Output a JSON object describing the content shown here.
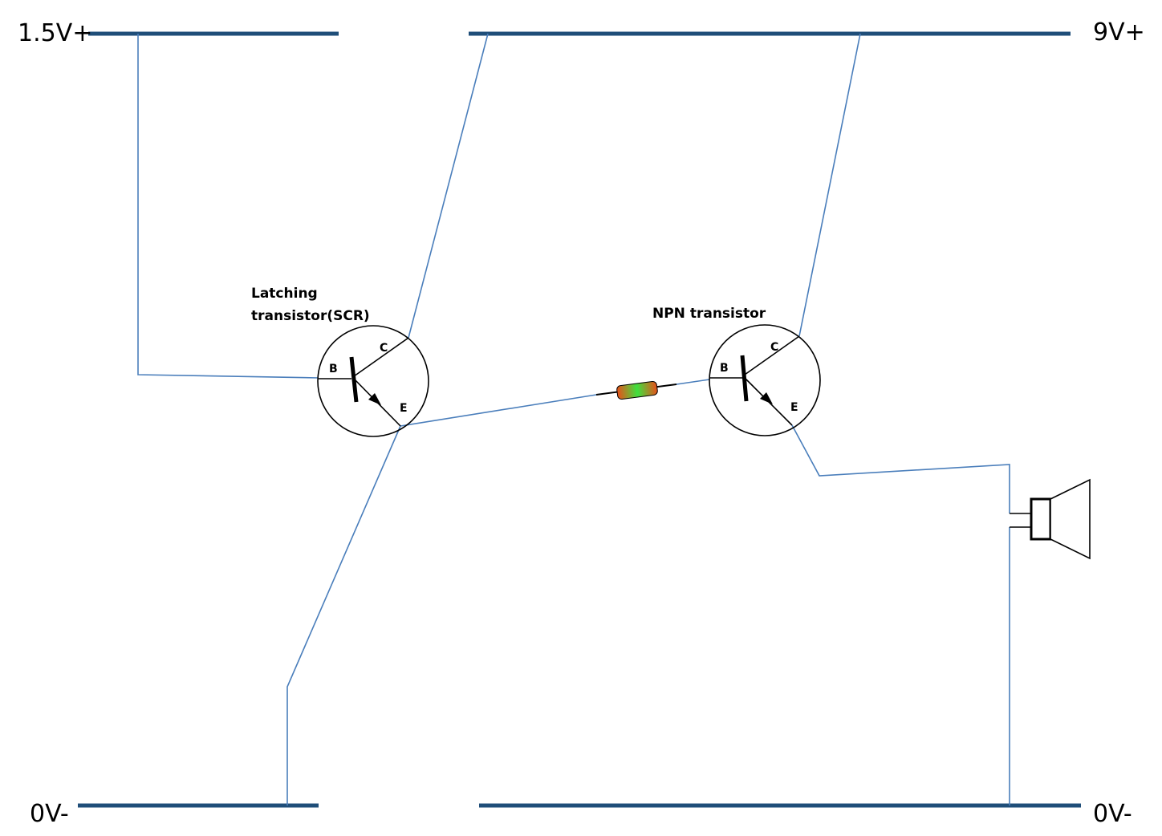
{
  "rails": {
    "v15_plus": "1.5V+",
    "v9_plus": "9V+",
    "v0_left": "0V-",
    "v0_right": "0V-"
  },
  "components": {
    "scr": {
      "label_line1": "Latching",
      "label_line2": "transistor(SCR)",
      "pins": {
        "base": "B",
        "collector": "C",
        "emitter": "E"
      }
    },
    "npn": {
      "label": "NPN transistor",
      "pins": {
        "base": "B",
        "collector": "C",
        "emitter": "E"
      }
    }
  },
  "colors": {
    "rail": "#1f4e79",
    "wire": "#4a7ebb",
    "resistor_ends": "#e8501a",
    "resistor_middle": "#3ee03e"
  }
}
